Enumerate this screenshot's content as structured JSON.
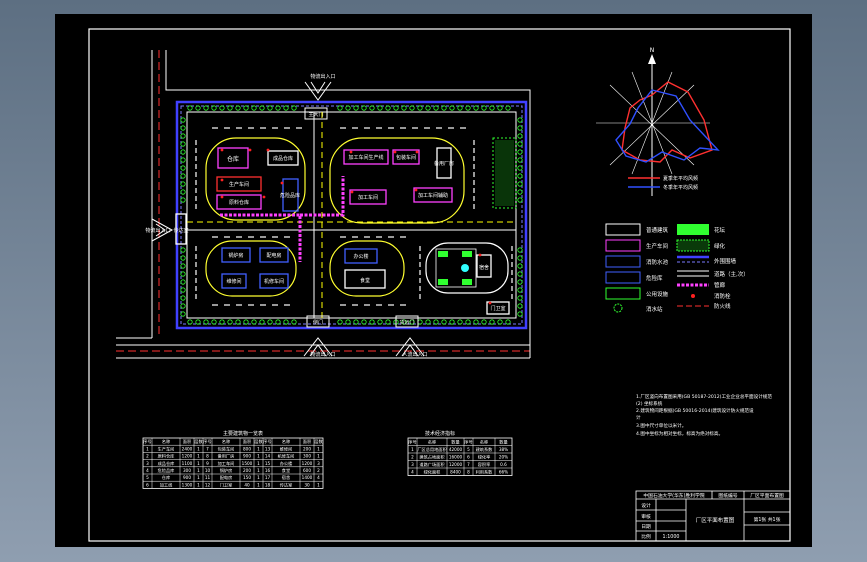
{
  "site_plan": {
    "gates": {
      "north": "主大门",
      "south_left": "侧门",
      "south_right": "货运门",
      "west": "侧门"
    },
    "entrance_labels": {
      "north": "物流出入口",
      "west": "物流出入口",
      "south_left": "物流出入口",
      "south_right": "人流出入口"
    },
    "buildings": [
      {
        "id": "b1",
        "label": "仓库"
      },
      {
        "id": "b2",
        "label": "成品仓库"
      },
      {
        "id": "b3",
        "label": "生产车间"
      },
      {
        "id": "b4",
        "label": "原料仓库"
      },
      {
        "id": "b5",
        "label": "危险品库"
      },
      {
        "id": "b6",
        "label": "加工车间生产线"
      },
      {
        "id": "b7",
        "label": "包装车间"
      },
      {
        "id": "b8",
        "label": "备用厂房"
      },
      {
        "id": "b9",
        "label": "加工车间"
      },
      {
        "id": "b10",
        "label": "加工车间辅助"
      },
      {
        "id": "b11",
        "label": "锅炉房"
      },
      {
        "id": "b12",
        "label": "配电房"
      },
      {
        "id": "b13",
        "label": "维修间"
      },
      {
        "id": "b14",
        "label": "机修车间"
      },
      {
        "id": "b15",
        "label": "办公楼"
      },
      {
        "id": "b16",
        "label": "食堂"
      },
      {
        "id": "b17",
        "label": "宿舍"
      },
      {
        "id": "b18",
        "label": "门卫室"
      },
      {
        "id": "b19",
        "label": "传达室"
      }
    ]
  },
  "wind_rose": {
    "north": "N",
    "legend": [
      "夏季年平均风频",
      "冬季年平均风频"
    ],
    "colors": {
      "summer": "#ff3030",
      "winter": "#3050ff"
    }
  },
  "legend": {
    "left": [
      "普通建筑",
      "生产车间",
      "消防水池",
      "危险库",
      "公用设施",
      "消水站"
    ],
    "right": [
      "花坛",
      "绿化",
      "外围围墙",
      "道路（主,次）",
      "管廊",
      "消防栓",
      "防火线"
    ]
  },
  "notes": [
    "1.厂区竖向布置图采用(GB 50187-2012)工业企业总平面设计规范",
    "(2) 坐标系统",
    "2.建筑物间距根据(GB 50016-2014)建筑设计防火规范设",
    "计",
    "3.图中尺寸单位以米计。",
    "4.图中坐标为相对坐标，标高为绝对标高。"
  ],
  "table_left": {
    "title": "主要建筑物一览表",
    "header": [
      "序号",
      "名称",
      "面积",
      "层数",
      "序号",
      "名称",
      "面积",
      "层数",
      "序号",
      "名称",
      "面积",
      "层数"
    ],
    "rows": [
      [
        "1",
        "生产车间",
        "2400",
        "1",
        "7",
        "包装车间",
        "800",
        "1",
        "13",
        "维修间",
        "200",
        "1"
      ],
      [
        "2",
        "原料仓库",
        "1200",
        "1",
        "8",
        "备用厂房",
        "900",
        "1",
        "14",
        "机修车间",
        "300",
        "1"
      ],
      [
        "3",
        "成品仓库",
        "1100",
        "1",
        "9",
        "加工车间",
        "1500",
        "1",
        "15",
        "办公楼",
        "1200",
        "3"
      ],
      [
        "4",
        "危险品库",
        "300",
        "1",
        "10",
        "锅炉房",
        "200",
        "1",
        "16",
        "食堂",
        "600",
        "2"
      ],
      [
        "5",
        "仓库",
        "900",
        "1",
        "11",
        "配电房",
        "150",
        "1",
        "17",
        "宿舍",
        "1400",
        "4"
      ],
      [
        "6",
        "加工线",
        "1300",
        "1",
        "12",
        "门卫室",
        "40",
        "1",
        "18",
        "传达室",
        "30",
        "1"
      ]
    ]
  },
  "table_right": {
    "title": "技术经济指标",
    "header": [
      "序号",
      "名称",
      "数量",
      "序号",
      "名称",
      "数量"
    ],
    "rows": [
      [
        "1",
        "厂区总用地面积",
        "42000",
        "5",
        "建筑系数",
        "38%"
      ],
      [
        "2",
        "建筑占地面积",
        "16000",
        "6",
        "绿化率",
        "20%"
      ],
      [
        "3",
        "道路广场面积",
        "12000",
        "7",
        "容积率",
        "0.6"
      ],
      [
        "4",
        "绿化面积",
        "8400",
        "8",
        "利用系数",
        "66%"
      ]
    ]
  },
  "title_block": {
    "school": "中国石油大学(华东)胜利学院",
    "drawing_title": "厂区平面布置图",
    "drawing_no": "图纸编号",
    "design": "设计",
    "check": "审核",
    "date": "日期",
    "scale": "比例",
    "scale_value": "1:1000",
    "sheet": "第1张 共1张"
  }
}
